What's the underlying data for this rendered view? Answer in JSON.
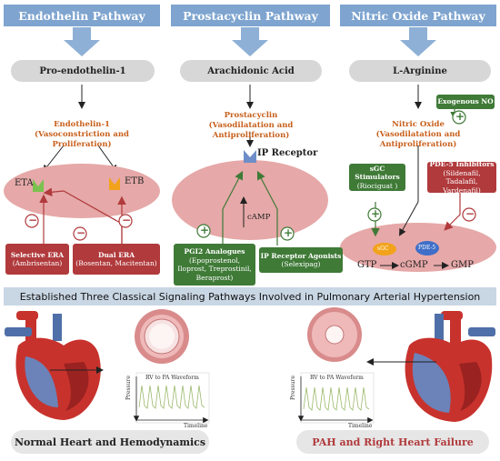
{
  "headers": {
    "endothelin": "Endothelin Pathway",
    "prostacyclin": "Prostacyclin Pathway",
    "nitric": "Nitric Oxide Pathway"
  },
  "precursors": {
    "endothelin": "Pro-endothelin-1",
    "prostacyclin": "Arachidonic Acid",
    "nitric": "L-Arginine"
  },
  "mediators": {
    "endothelin_name": "Endothelin-1",
    "endothelin_effect": "(Vasoconstriction and Proliferation)",
    "prostacyclin_name": "Prostacyclin",
    "prostacyclin_effect": "(Vasodilatation and Antiproliferation)",
    "nitric_name": "Nitric Oxide",
    "nitric_effect": "(Vasodilatation and Antiproliferation)"
  },
  "receptors": {
    "eta": "ETA",
    "etb": "ETB",
    "ip": "IP Receptor",
    "camp": "cAMP"
  },
  "drug_boxes": {
    "selective_era_title": "Selective ERA",
    "selective_era_drugs": "(Ambrisentan)",
    "dual_era_title": "Dual ERA",
    "dual_era_drugs": "(Bosentan, Macitentan)",
    "pgi2_title": "PGI2 Analogues",
    "pgi2_line1": "(Epoprostenol,",
    "pgi2_line2": "Iloprost, Treprostinil,",
    "pgi2_line3": "Beraprost)",
    "ip_agonist_title": "IP Receptor Agonists",
    "ip_agonist_drugs": "(Selexipag)",
    "exogenous_no": "Exogenous NO",
    "sgc_stim_title": "sGC Stimulators",
    "sgc_stim_drugs": "(Riociguat )",
    "pde5_title": "PDE-5 Inhibitors",
    "pde5_line1": "(Sildenafil, Tadalafil,",
    "pde5_line2": "Vardenafil)"
  },
  "no_pathway": {
    "gtp": "GTP",
    "cgmp": "cGMP",
    "gmp": "GMP",
    "sgc": "sGC",
    "pde5": "PDE-5"
  },
  "signs": {
    "plus": "+",
    "minus": "−"
  },
  "banner": "Established Three Classical Signaling Pathways Involved in Pulmonary Arterial Hypertension",
  "waveforms": {
    "title": "RV to PA Waveform",
    "y_label": "Pressure",
    "x_label": "Timeline"
  },
  "footers": {
    "normal": "Normal Heart and Hemodynamics",
    "pah": "PAH and Right Heart Failure"
  },
  "colors": {
    "header_blue": "#7ea4cf",
    "drug_red": "#b03a3c",
    "drug_green": "#3f7a37",
    "mediator_orange": "#c8601c",
    "cell_pink": "#e6a8a8"
  }
}
